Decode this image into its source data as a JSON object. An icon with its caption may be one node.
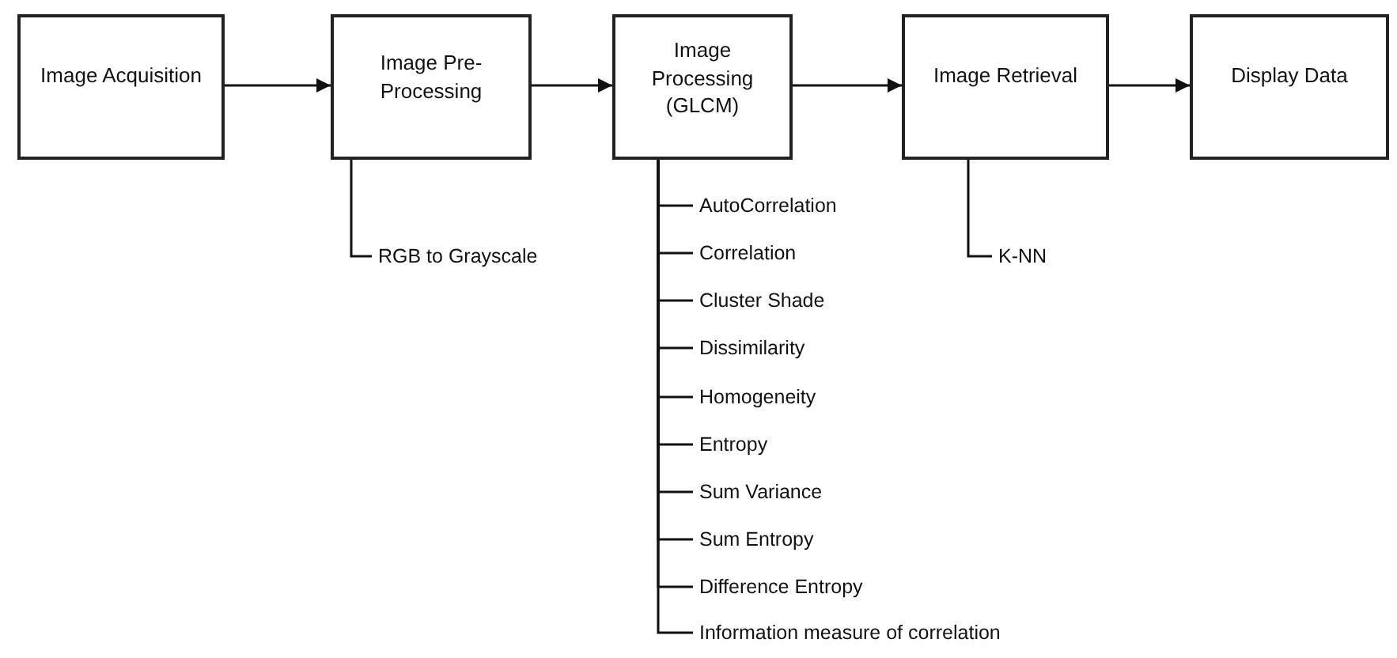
{
  "diagram": {
    "nodes": [
      {
        "text": [
          "Image Acquisition"
        ]
      },
      {
        "text": [
          "Image Pre-Processing"
        ]
      },
      {
        "text": [
          "Image Processing (GLCM)"
        ]
      },
      {
        "text": [
          "Image Retrieval"
        ]
      },
      {
        "text": [
          "Display Data"
        ]
      },
      {
        "text": [
          "RGB to Grayscale"
        ]
      },
      {
        "text": [
          "AutoCorrelation"
        ]
      },
      {
        "text": [
          "Correlation"
        ]
      },
      {
        "text": [
          "Cluster Shade"
        ]
      },
      {
        "text": [
          "Dissimilarity"
        ]
      },
      {
        "text": [
          "Homogeneity"
        ]
      },
      {
        "text": [
          "Entropy"
        ]
      },
      {
        "text": [
          "Sum Variance"
        ]
      },
      {
        "text": [
          "Sum Entropy"
        ]
      },
      {
        "text": [
          "Difference Entropy"
        ]
      },
      {
        "text": [
          "Information measure of correlation"
        ]
      },
      {
        "text": [
          "K-NN"
        ]
      }
    ],
    "edges": [
      {
        "from": 0,
        "to": 1,
        "arrow": "to"
      },
      {
        "from": 1,
        "to": 2,
        "arrow": "to"
      },
      {
        "from": 2,
        "to": 3,
        "arrow": "to"
      },
      {
        "from": 3,
        "to": 4,
        "arrow": "to"
      },
      {
        "from": 1,
        "to": 5,
        "arrow": "none"
      },
      {
        "from": 2,
        "to": 6,
        "arrow": "none"
      },
      {
        "from": 2,
        "to": 7,
        "arrow": "none"
      },
      {
        "from": 2,
        "to": 8,
        "arrow": "none"
      },
      {
        "from": 2,
        "to": 9,
        "arrow": "none"
      },
      {
        "from": 2,
        "to": 10,
        "arrow": "none"
      },
      {
        "from": 2,
        "to": 11,
        "arrow": "none"
      },
      {
        "from": 2,
        "to": 12,
        "arrow": "none"
      },
      {
        "from": 2,
        "to": 13,
        "arrow": "none"
      },
      {
        "from": 2,
        "to": 14,
        "arrow": "none"
      },
      {
        "from": 2,
        "to": 15,
        "arrow": "none"
      },
      {
        "from": 3,
        "to": 16,
        "arrow": "none"
      }
    ]
  }
}
